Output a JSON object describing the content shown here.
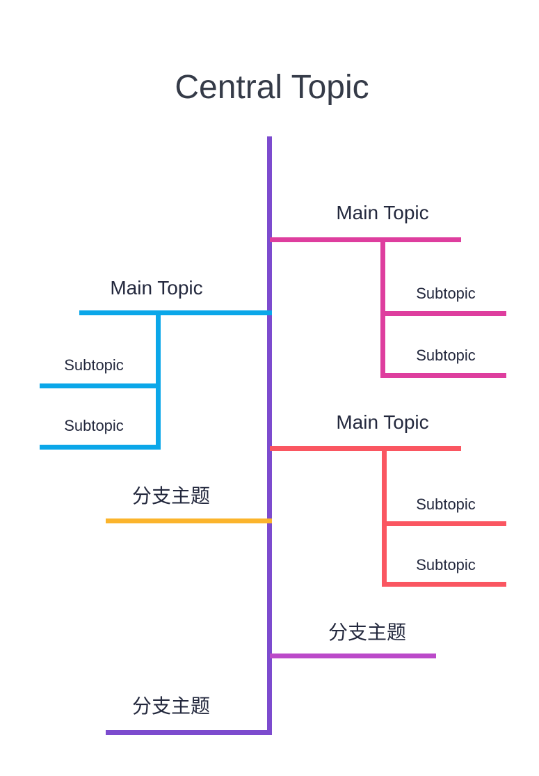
{
  "title": "Central Topic",
  "colors": {
    "background": "#ffffff",
    "spine": "#7c4bce",
    "branch_pink": "#de3e9e",
    "branch_blue": "#0ba7e9",
    "branch_red": "#fa5661",
    "branch_orange": "#fbb42c",
    "branch_orchid": "#bb4ac9",
    "branch_purple": "#7c4bce",
    "title_text": "#353b48",
    "label_text": "#23283d"
  },
  "branches": {
    "right_1": {
      "label": "Main Topic",
      "subtopics": [
        "Subtopic",
        "Subtopic"
      ]
    },
    "left_1": {
      "label": "Main Topic",
      "subtopics": [
        "Subtopic",
        "Subtopic"
      ]
    },
    "right_2": {
      "label": "Main Topic",
      "subtopics": [
        "Subtopic",
        "Subtopic"
      ]
    },
    "left_2": {
      "label": "分支主题"
    },
    "right_3": {
      "label": "分支主题"
    },
    "left_3": {
      "label": "分支主题"
    }
  }
}
